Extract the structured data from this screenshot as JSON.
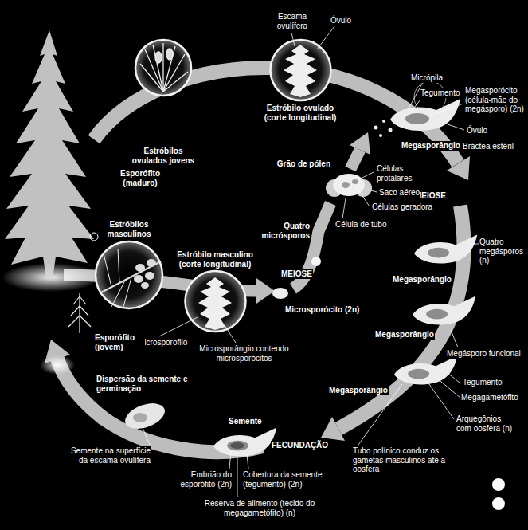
{
  "diagram": {
    "nodes": [
      {
        "text": [
          "Estróbilos ovulados jovens"
        ]
      },
      {
        "text": [
          "Estróbilo ovulado (corte longitudinal)"
        ]
      },
      {
        "text": [
          "Estróbilos masculinos"
        ]
      },
      {
        "text": [
          "Estróbilo masculino (corte longitudinal)"
        ]
      }
    ],
    "labels": [
      "Escama ovulífera",
      "Óvulo",
      "Micrópila",
      "Tegumento",
      "Megasporócito (célula-mãe do megásporo) (2n)",
      "Óvulo",
      "Megasporângio",
      "Bráctea estéril",
      "MEIOSE",
      "Grão de pólen",
      "Células protalares",
      "Saco aéreo",
      "Células geradora",
      "Célula de tubo",
      "Quatro micrósporos",
      "Esporófito (maduro)",
      "MEIOSE",
      "Microsporócito (2n)",
      "Microsporofilo",
      "Microsporângio contendo microsporócitos",
      "Quatro megásporos (n)",
      "Megasporângio",
      "Megasporângio",
      "Megásporo funcional",
      "Megasporângio",
      "Tegumento",
      "Megagametófito",
      "Arquegônios com oosfera (n)",
      "FECUNDAÇÃO",
      "Tubo polínico conduz os gametas masculinos até a oosfera",
      "Esporófito (jovem)",
      "Dispersão da semente e germinação",
      "Semente",
      "Semente na superfície da escama ovulífera",
      "Embrião do esporófito (2n)",
      "Cobertura da semente (tegumento) (2n)",
      "Reserva de alimento (tecido do megagametófito) (n)"
    ]
  }
}
